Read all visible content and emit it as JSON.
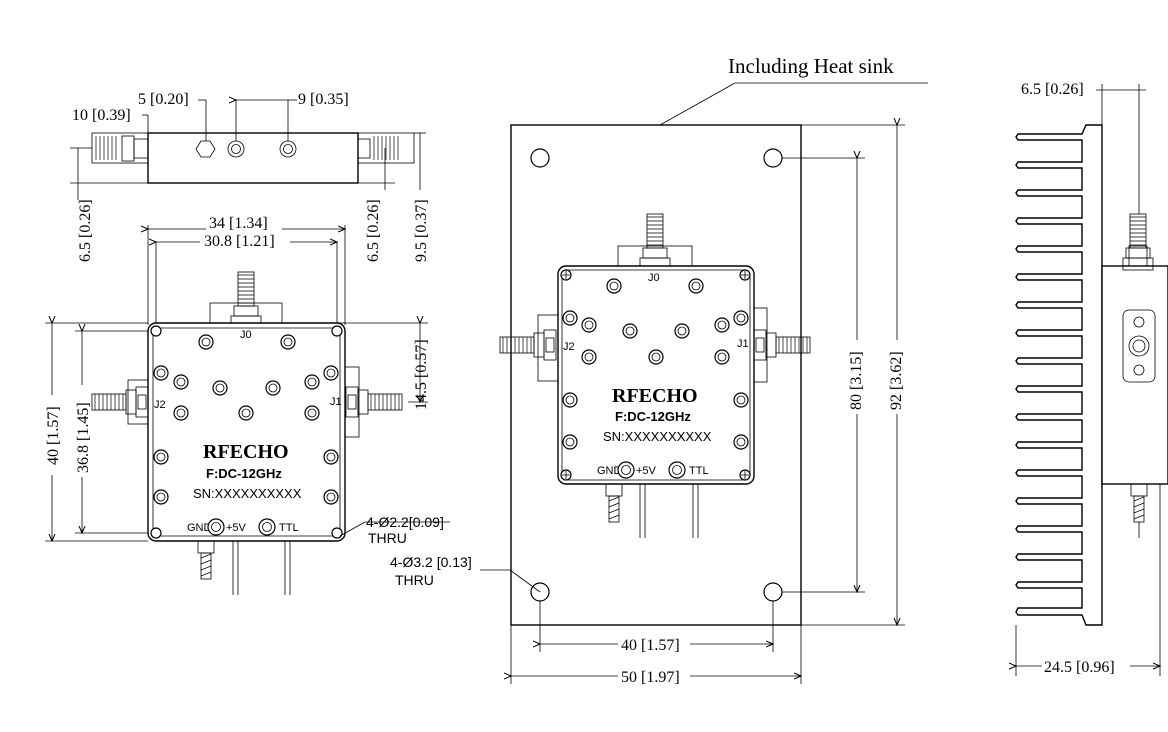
{
  "views": {
    "top_view": {
      "dims": {
        "d1": "10 [0.39]",
        "d2": "5 [0.20]",
        "d3": "9 [0.35]",
        "d4": "6.5 [0.26]",
        "d5": "6.5 [0.26]",
        "d6": "9.5 [0.37]"
      }
    },
    "front_view": {
      "brand": "RFECHO",
      "freq": "F:DC-12GHz",
      "serial": "SN:XXXXXXXXXX",
      "ports": {
        "j0": "J0",
        "j1": "J1",
        "j2": "J2"
      },
      "pins": {
        "gnd": "GND",
        "v5": "+5V",
        "ttl": "TTL"
      },
      "dims": {
        "w_outer": "34 [1.34]",
        "w_inner": "30.8 [1.21]",
        "h_outer": "40 [1.57]",
        "h_inner": "36.8 [1.45]",
        "port_h": "14.5 [0.57]",
        "holes": "4-Ø2.2[0.09]",
        "holes_thru": "THRU"
      }
    },
    "heatsink_view": {
      "title": "Including Heat sink",
      "brand": "RFECHO",
      "freq": "F:DC-12GHz",
      "serial": "SN:XXXXXXXXXX",
      "ports": {
        "j0": "J0",
        "j1": "J1",
        "j2": "J2"
      },
      "pins": {
        "gnd": "GND",
        "v5": "+5V",
        "ttl": "TTL"
      },
      "dims": {
        "h_inner": "80 [3.15]",
        "h_outer": "92 [3.62]",
        "w_inner": "40 [1.57]",
        "w_outer": "50 [1.97]",
        "holes": "4-Ø3.2 [0.13]",
        "holes_thru": "THRU"
      }
    },
    "side_view": {
      "dims": {
        "top": "6.5 [0.26]",
        "width": "24.5 [0.96]"
      }
    }
  }
}
